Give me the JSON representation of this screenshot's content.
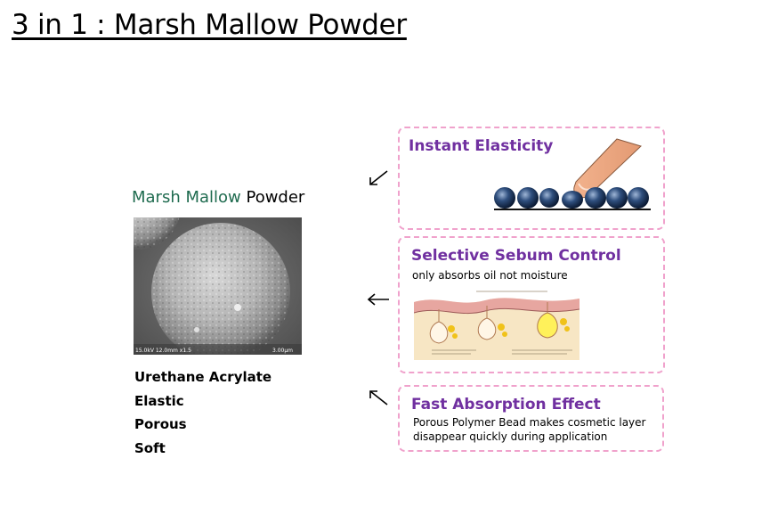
{
  "title": "3 in 1 : Marsh Mallow Powder",
  "product": {
    "label_accent": "Marsh Mallow",
    "label_rest": " Powder",
    "sem_caption_left": "15.0kV 12.0mm x1.5",
    "sem_caption_right": "3.00μm",
    "properties": [
      "Urethane Acrylate",
      "Elastic",
      "Porous",
      "Soft"
    ]
  },
  "features": [
    {
      "title": "Instant Elasticity",
      "description": ""
    },
    {
      "title": "Selective Sebum Control",
      "description": "only absorbs oil not moisture"
    },
    {
      "title": "Fast Absorption Effect",
      "description_lines": [
        "Porous Polymer Bead makes cosmetic layer",
        "disappear quickly during application"
      ]
    }
  ],
  "colors": {
    "feature_title": "#7030a0",
    "box_border": "#f0a2cc",
    "accent_text": "#1f6b4f"
  },
  "icons": [
    "arrow-down-left-icon",
    "arrow-left-icon",
    "arrow-up-left-icon"
  ]
}
